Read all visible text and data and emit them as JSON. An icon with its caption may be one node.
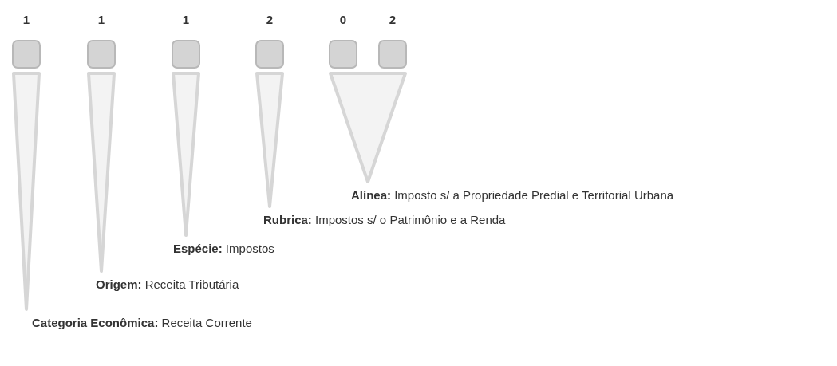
{
  "diagram": {
    "nodes": [
      {
        "text": [
          "1"
        ]
      },
      {
        "text": [
          "1"
        ]
      },
      {
        "text": [
          "1"
        ]
      },
      {
        "text": [
          "2"
        ]
      },
      {
        "text": [
          "0"
        ]
      },
      {
        "text": [
          "2"
        ]
      },
      {
        "text": [
          "**Categoria Econômica:** Receita Corrente"
        ]
      },
      {
        "text": [
          "**Origem:** Receita Tributária"
        ]
      },
      {
        "text": [
          "**Espécie:** Impostos"
        ]
      },
      {
        "text": [
          "**Rubrica:** Impostos s/ o Patrimônio e a Renda"
        ]
      },
      {
        "text": [
          "**Alínea:** Imposto s/ a Propriedade Predial e Territorial Urbana"
        ]
      }
    ],
    "edges": [
      {
        "from": 0,
        "to": 6,
        "arrow": "to"
      },
      {
        "from": 1,
        "to": 7,
        "arrow": "to"
      },
      {
        "from": 2,
        "to": 8,
        "arrow": "to"
      },
      {
        "from": 3,
        "to": 9,
        "arrow": "to"
      },
      {
        "from": 4,
        "to": 10,
        "arrow": "to"
      },
      {
        "from": 5,
        "to": 10,
        "arrow": "to"
      }
    ]
  }
}
